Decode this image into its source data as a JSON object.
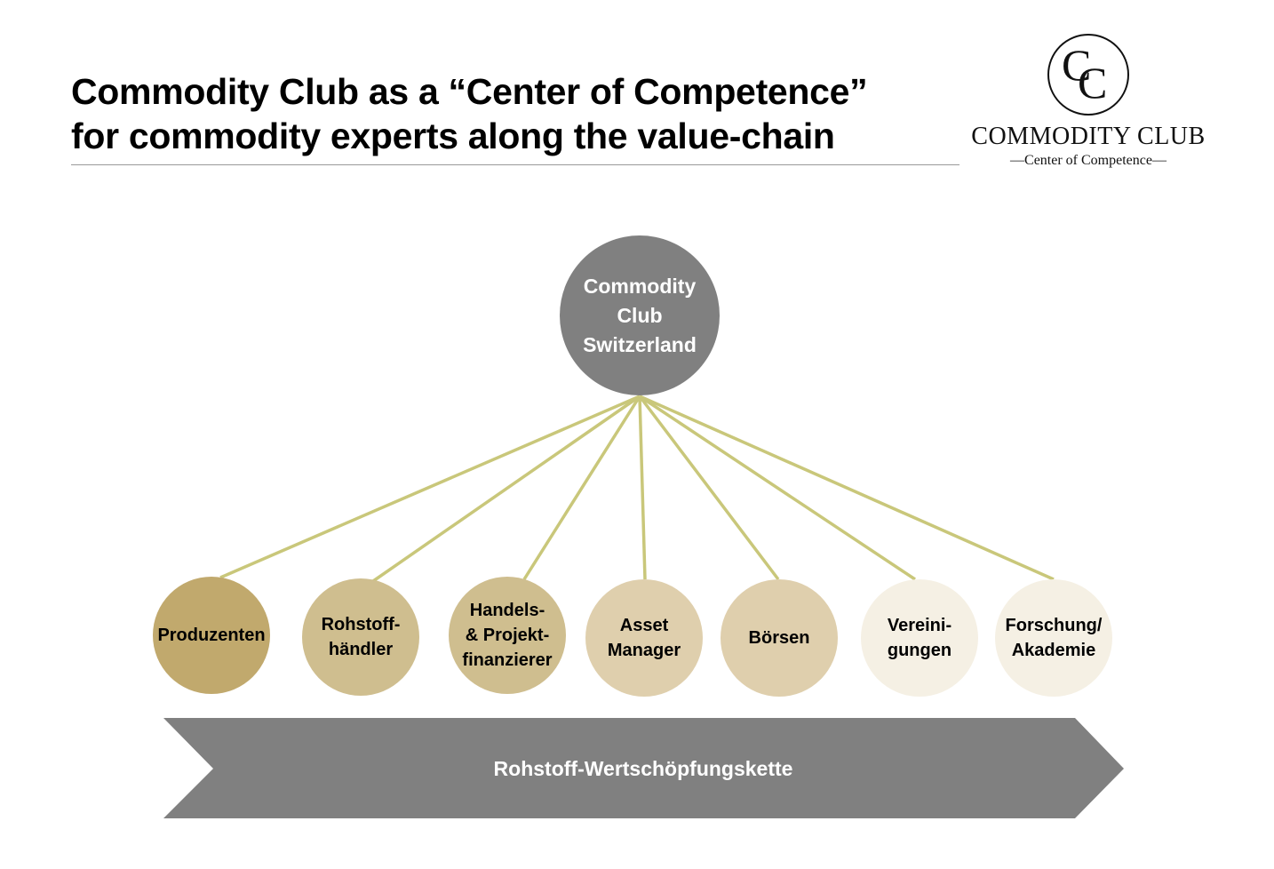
{
  "header": {
    "title_line1": "Commodity Club as a “Center of Competence”",
    "title_line2": "for commodity experts along the value-chain"
  },
  "logo": {
    "monogram": "CC",
    "name": "COMMODITY CLUB",
    "tagline": "—Center of Competence—"
  },
  "center_node": {
    "line1": "Commodity",
    "line2": "Club",
    "line3": "Switzerland",
    "color": "#808080"
  },
  "nodes": [
    {
      "line1": "Produzenten",
      "line2": "",
      "line3": "",
      "color": "#c1a96d"
    },
    {
      "line1": "Rohstoff-",
      "line2": "händler",
      "line3": "",
      "color": "#cfbe8f"
    },
    {
      "line1": "Handels-",
      "line2": "& Projekt-",
      "line3": "finanzierer",
      "color": "#cfbe8f"
    },
    {
      "line1": "Asset",
      "line2": "Manager",
      "line3": "",
      "color": "#dfcfad"
    },
    {
      "line1": "Börsen",
      "line2": "",
      "line3": "",
      "color": "#dfcfad"
    },
    {
      "line1": "Vereini-",
      "line2": "gungen",
      "line3": "",
      "color": "#f5f0e4"
    },
    {
      "line1": "Forschung/",
      "line2": "Akademie",
      "line3": "",
      "color": "#f5f0e4"
    }
  ],
  "connector_color": "#c9c77a",
  "value_chain": {
    "label": "Rohstoff-Wertschöpfungskette",
    "color": "#808080"
  }
}
